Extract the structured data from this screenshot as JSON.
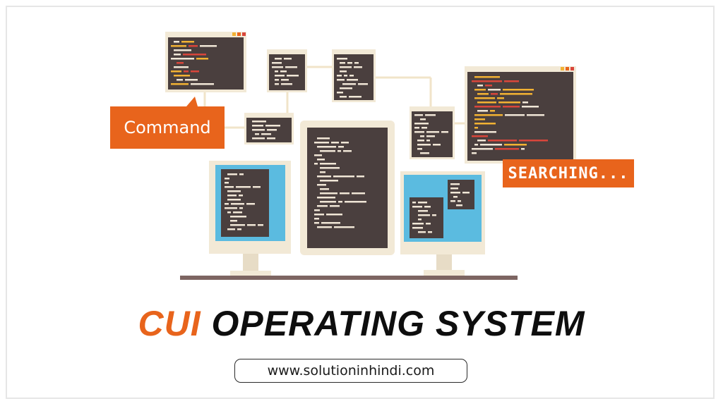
{
  "illustration": {
    "command_label": "Command",
    "searching_label": "SEARCHING...",
    "colors": {
      "accent": "#e8641c",
      "screen_dark": "#4a3f3e",
      "screen_blue": "#5bbbe0",
      "bezel": "#f2e9d6",
      "code_light": "#f0e6d6",
      "code_yellow": "#f2b233",
      "code_red": "#d9463b",
      "desk": "#7d6562"
    }
  },
  "title": {
    "accent_text": "CUI",
    "rest_text": "OPERATING SYSTEM"
  },
  "website": {
    "url": "www.solutioninhindi.com"
  }
}
